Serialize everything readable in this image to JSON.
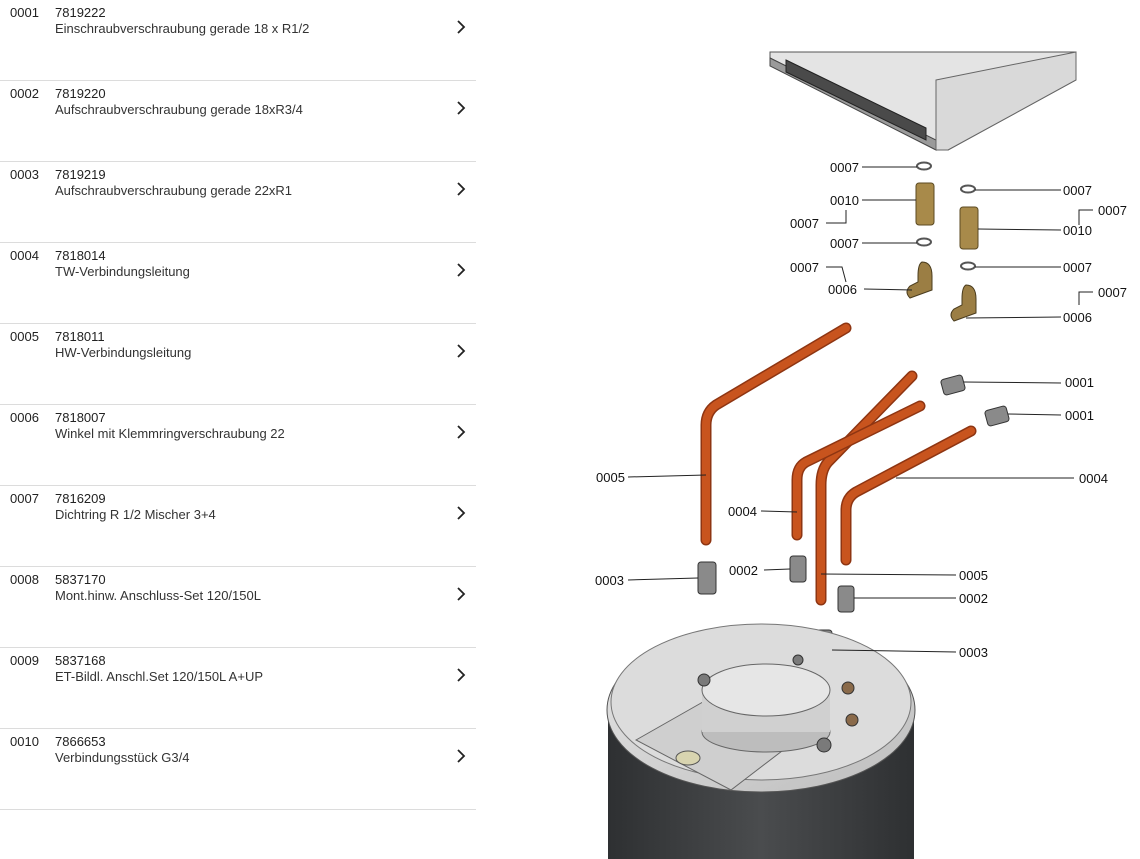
{
  "parts": [
    {
      "pos": "0001",
      "number": "7819222",
      "description": "Einschraubverschraubung gerade 18 x R1/2"
    },
    {
      "pos": "0002",
      "number": "7819220",
      "description": "Aufschraubverschraubung gerade 18xR3/4"
    },
    {
      "pos": "0003",
      "number": "7819219",
      "description": "Aufschraubverschraubung gerade 22xR1"
    },
    {
      "pos": "0004",
      "number": "7818014",
      "description": "TW-Verbindungsleitung"
    },
    {
      "pos": "0005",
      "number": "7818011",
      "description": "HW-Verbindungsleitung"
    },
    {
      "pos": "0006",
      "number": "7818007",
      "description": "Winkel mit Klemmringverschraubung 22"
    },
    {
      "pos": "0007",
      "number": "7816209",
      "description": "Dichtring R 1/2 Mischer 3+4"
    },
    {
      "pos": "0008",
      "number": "5837170",
      "description": "Mont.hinw. Anschluss-Set 120/150L"
    },
    {
      "pos": "0009",
      "number": "5837168",
      "description": "ET-Bildl. Anschl.Set 120/150L A+UP"
    },
    {
      "pos": "0010",
      "number": "7866653",
      "description": "Verbindungsstück G3/4"
    }
  ],
  "diagram": {
    "labels": {
      "l_0007_a": "0007",
      "l_0010_a": "0010",
      "l_0007_b": "0007",
      "l_0007_c": "0007",
      "l_0007_d": "0007",
      "l_0006_a": "0006",
      "r_0007_a": "0007",
      "r_0007_b": "0007",
      "r_0010": "0010",
      "r_0007_c": "0007",
      "r_0007_d": "0007",
      "r_0006": "0006",
      "r_0001_a": "0001",
      "r_0001_b": "0001",
      "l_0005": "0005",
      "l_0004": "0004",
      "r_0004": "0004",
      "l_0003": "0003",
      "l_0002": "0002",
      "r_0005": "0005",
      "r_0002": "0002",
      "r_0003": "0003"
    },
    "colors": {
      "pipe": "#c8541e",
      "pipe_dark": "#8e3512",
      "brass": "#a88a4a",
      "metal": "#8a8a8a",
      "tank_top": "#d4d4d4",
      "tank_body": "#3f4143"
    }
  }
}
